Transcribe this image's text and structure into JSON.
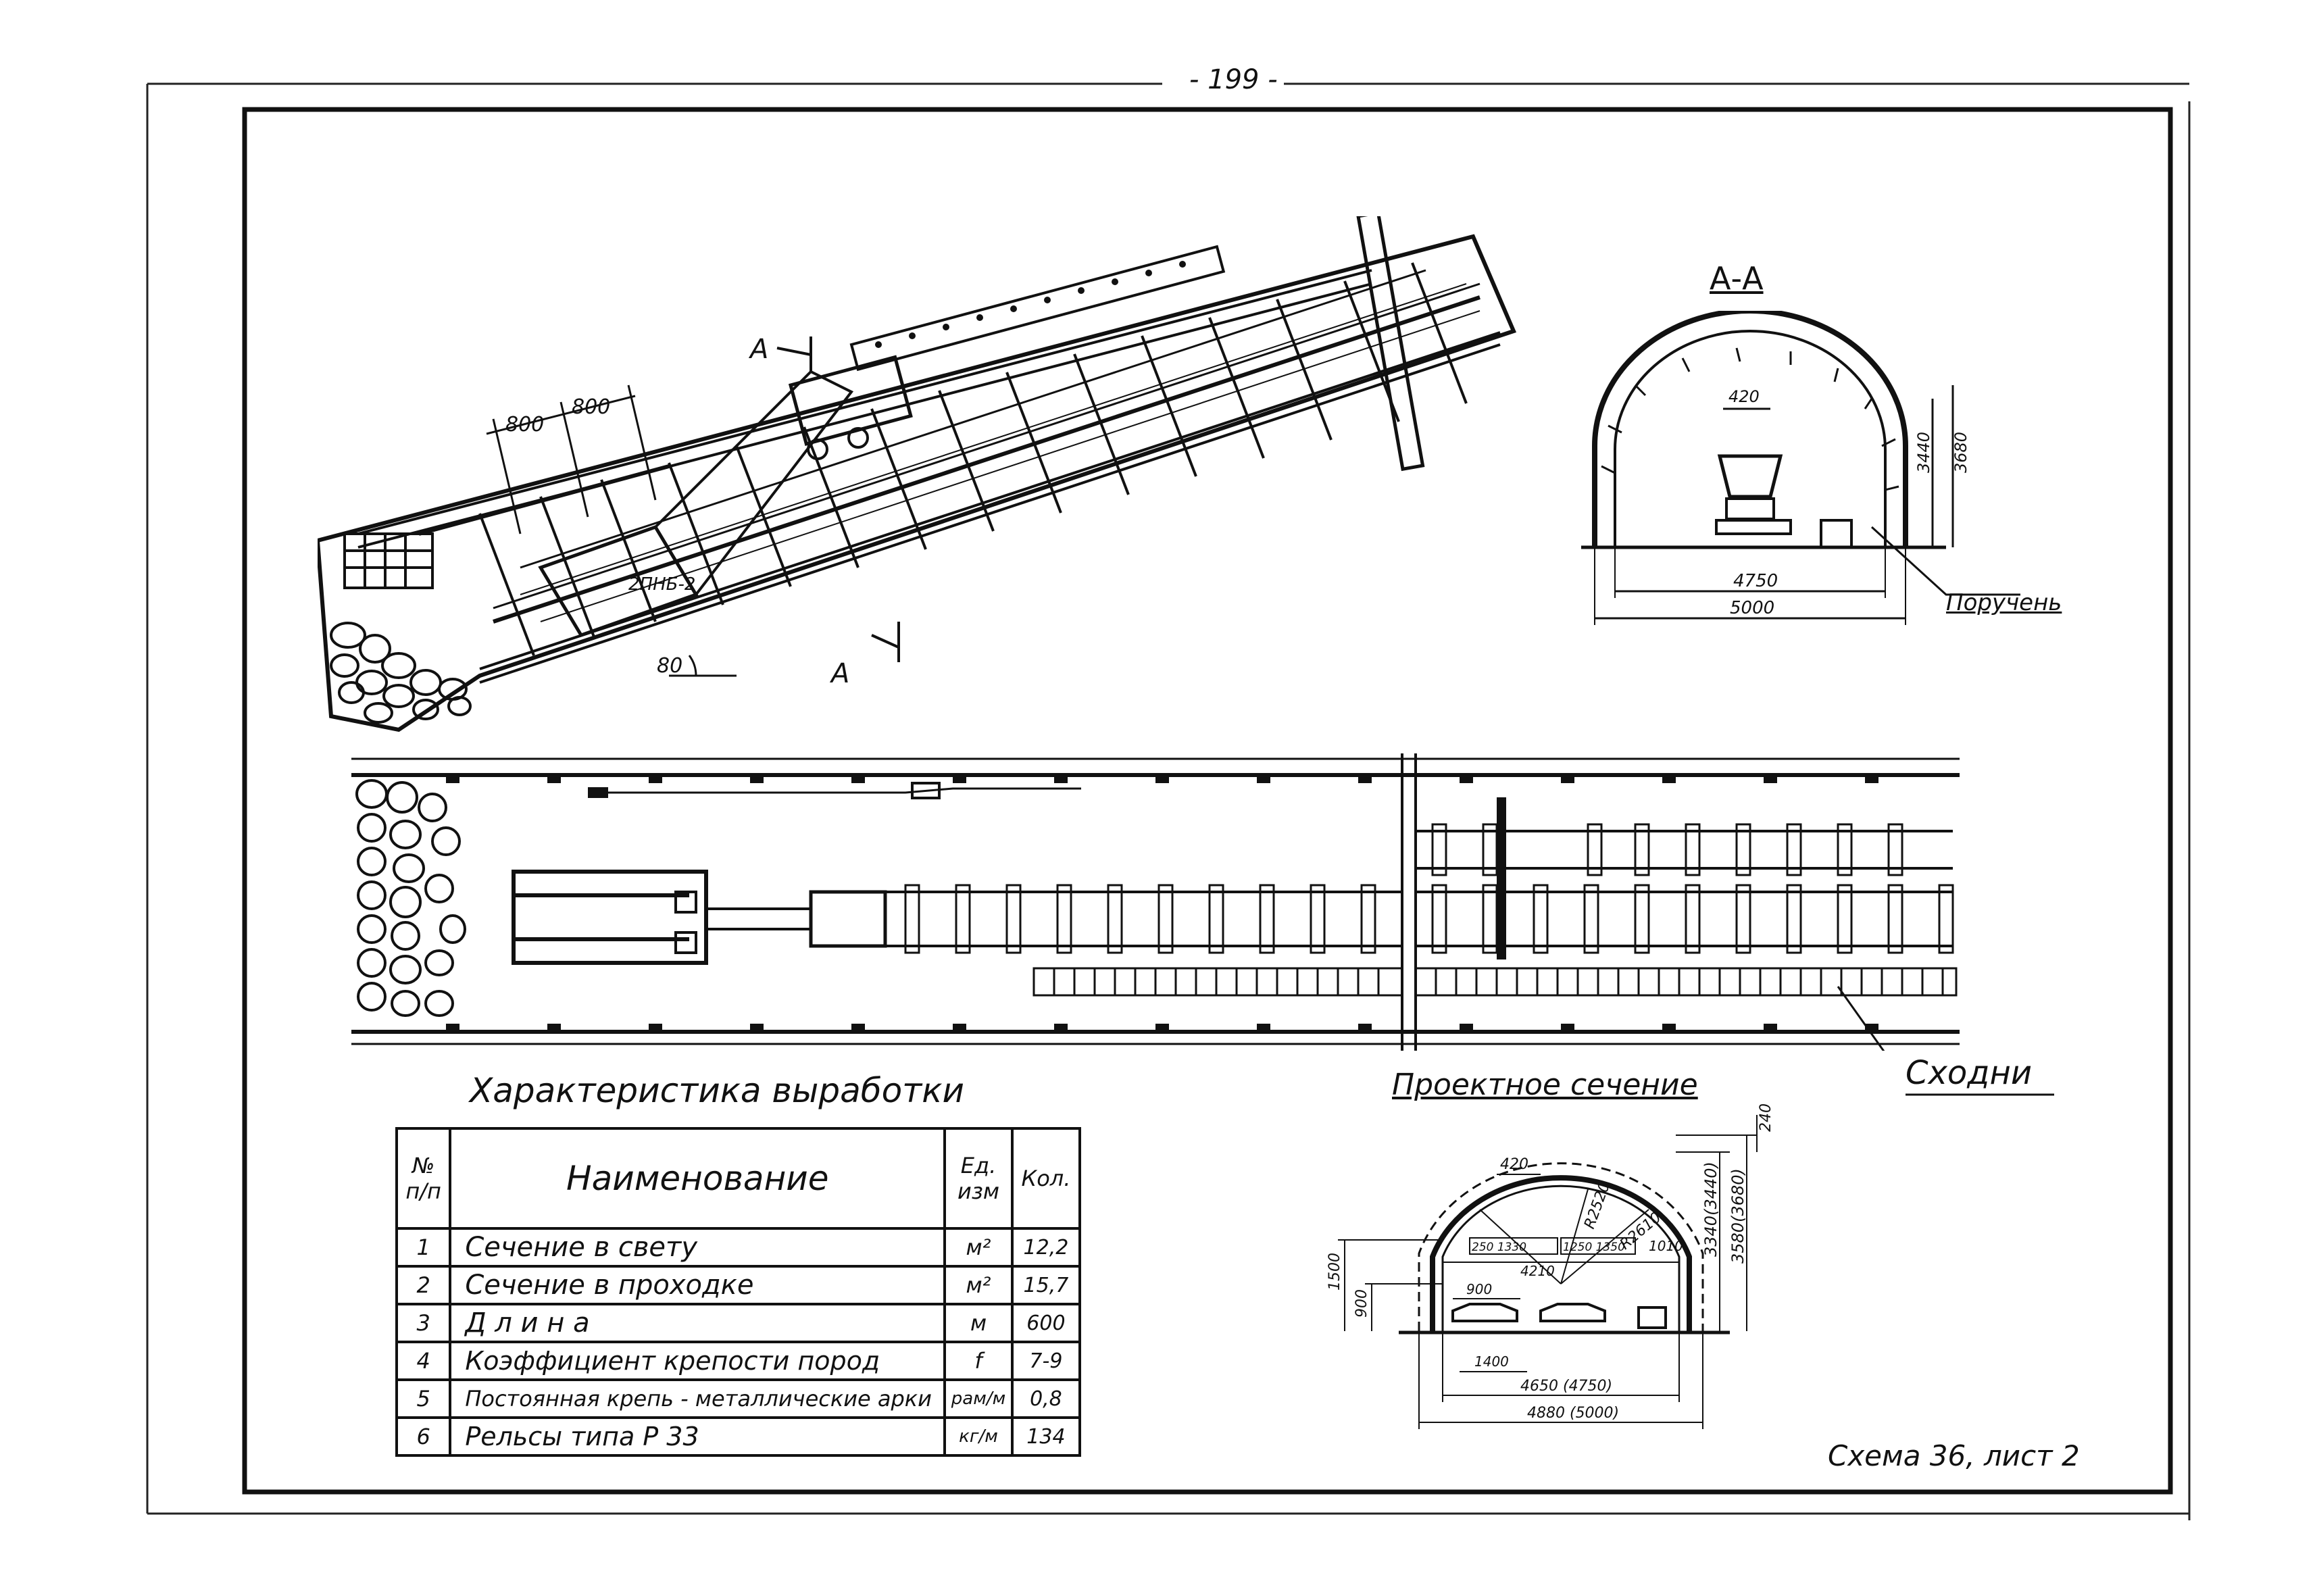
{
  "page_marker": "- 199 -",
  "views": {
    "longitudinal": {
      "dim_800_a": "800",
      "dim_800_b": "800",
      "machine_label": "2ПНБ-2",
      "angle_label": "80",
      "cut_label_top": "А",
      "cut_label_bottom": "А"
    },
    "section_aa": {
      "title": "А-А",
      "dim_420": "420",
      "dim_3440": "3440",
      "dim_3680": "3680",
      "dim_4750": "4750",
      "dim_5000": "5000",
      "handrail_label": "Поручень"
    },
    "plan": {
      "ladder_label": "Сходни"
    },
    "design_section": {
      "title": "Проектное  сечение",
      "dim_240": "240",
      "dim_420": "420",
      "dim_r2520": "R2520",
      "dim_r2610": "R2610",
      "dim_250_1330": "250 1330",
      "dim_1250_1350": "1250 1350",
      "dim_1010": "1010",
      "dim_4210": "4210",
      "dim_1500": "1500",
      "dim_900_left": "900",
      "dim_900_top": "900",
      "dim_1400": "1400",
      "dim_4650": "4650 (4750)",
      "dim_4880": "4880 (5000)",
      "dim_3340": "3340(3440)",
      "dim_3580": "3580(3680)"
    }
  },
  "table": {
    "title": "Характеристика выработки",
    "headers": {
      "num": "№ п/п",
      "name": "Наименование",
      "unit": "Ед. изм",
      "qty": "Кол."
    },
    "rows": [
      {
        "num": "1",
        "name": "Сечение в свету",
        "unit": "м²",
        "qty": "12,2"
      },
      {
        "num": "2",
        "name": "Сечение в проходке",
        "unit": "м²",
        "qty": "15,7"
      },
      {
        "num": "3",
        "name": "Д л и н а",
        "unit": "м",
        "qty": "600"
      },
      {
        "num": "4",
        "name": "Коэффициент крепости пород",
        "unit": "f",
        "qty": "7-9"
      },
      {
        "num": "5",
        "name": "Постоянная крепь - металлические арки",
        "unit": "рам/м",
        "qty": "0,8"
      },
      {
        "num": "6",
        "name": "Рельсы типа Р 33",
        "unit": "кг/м",
        "qty": "134"
      }
    ]
  },
  "footer": {
    "scheme_label": "Схема 36,  лист 2"
  }
}
